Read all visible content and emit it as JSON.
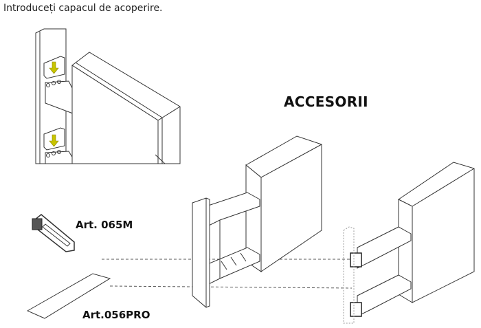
{
  "instruction": "Introduceți capacul de acoperire.",
  "heading": "ACCESORII",
  "accessories": [
    {
      "label": "Art. 065M"
    },
    {
      "label": "Art.056PRO"
    }
  ],
  "colors": {
    "arrow": "#c8c400",
    "line": "#333333"
  }
}
